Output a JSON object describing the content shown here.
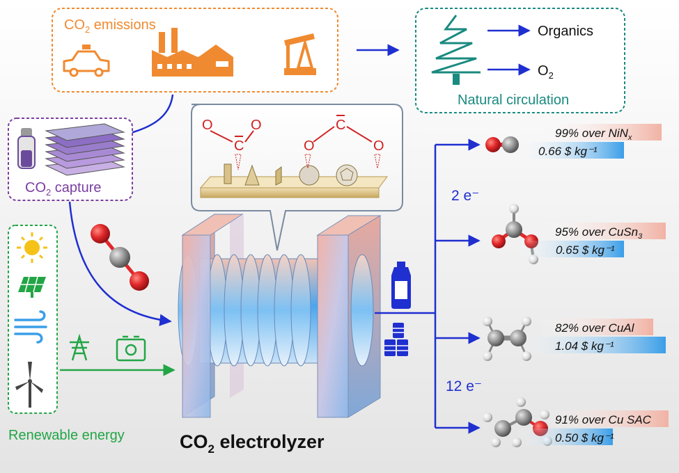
{
  "emissions": {
    "label": "CO",
    "sub": "2",
    "tail": " emissions",
    "color": "#f08a30"
  },
  "nature": {
    "label": "Natural circulation",
    "organics": "Organics",
    "o2": "O",
    "o2_sub": "2",
    "color": "#1a8a80"
  },
  "capture": {
    "label": "CO",
    "sub": "2",
    "tail": " capture",
    "color": "#7a3ea0"
  },
  "renewable": {
    "label": "Renewable energy",
    "color": "#22a545"
  },
  "electrolyzer": {
    "label": "CO",
    "sub": "2",
    "tail": " electrolyzer"
  },
  "electrons": {
    "two": "2 e⁻",
    "twelve": "12 e⁻"
  },
  "products": [
    {
      "selectivity": "99% over NiN",
      "sel_sub": "x",
      "price": "0.66 $ kg⁻¹"
    },
    {
      "selectivity": "95% over CuSn",
      "sel_sub": "3",
      "price": "0.65 $ kg⁻¹"
    },
    {
      "selectivity": "82% over CuAl",
      "sel_sub": "",
      "price": "1.04 $ kg⁻¹"
    },
    {
      "selectivity": "91% over Cu SAC",
      "sel_sub": "",
      "price": "0.50 $ kg⁻¹"
    }
  ],
  "catalyst": {
    "molecule_top": "O",
    "molecule_center": "C"
  },
  "colors": {
    "arrow": "#1f2fd0",
    "accent_orange": "#f08a30",
    "red_atom": "#e0282a",
    "gray_atom": "#8c8c8c"
  }
}
